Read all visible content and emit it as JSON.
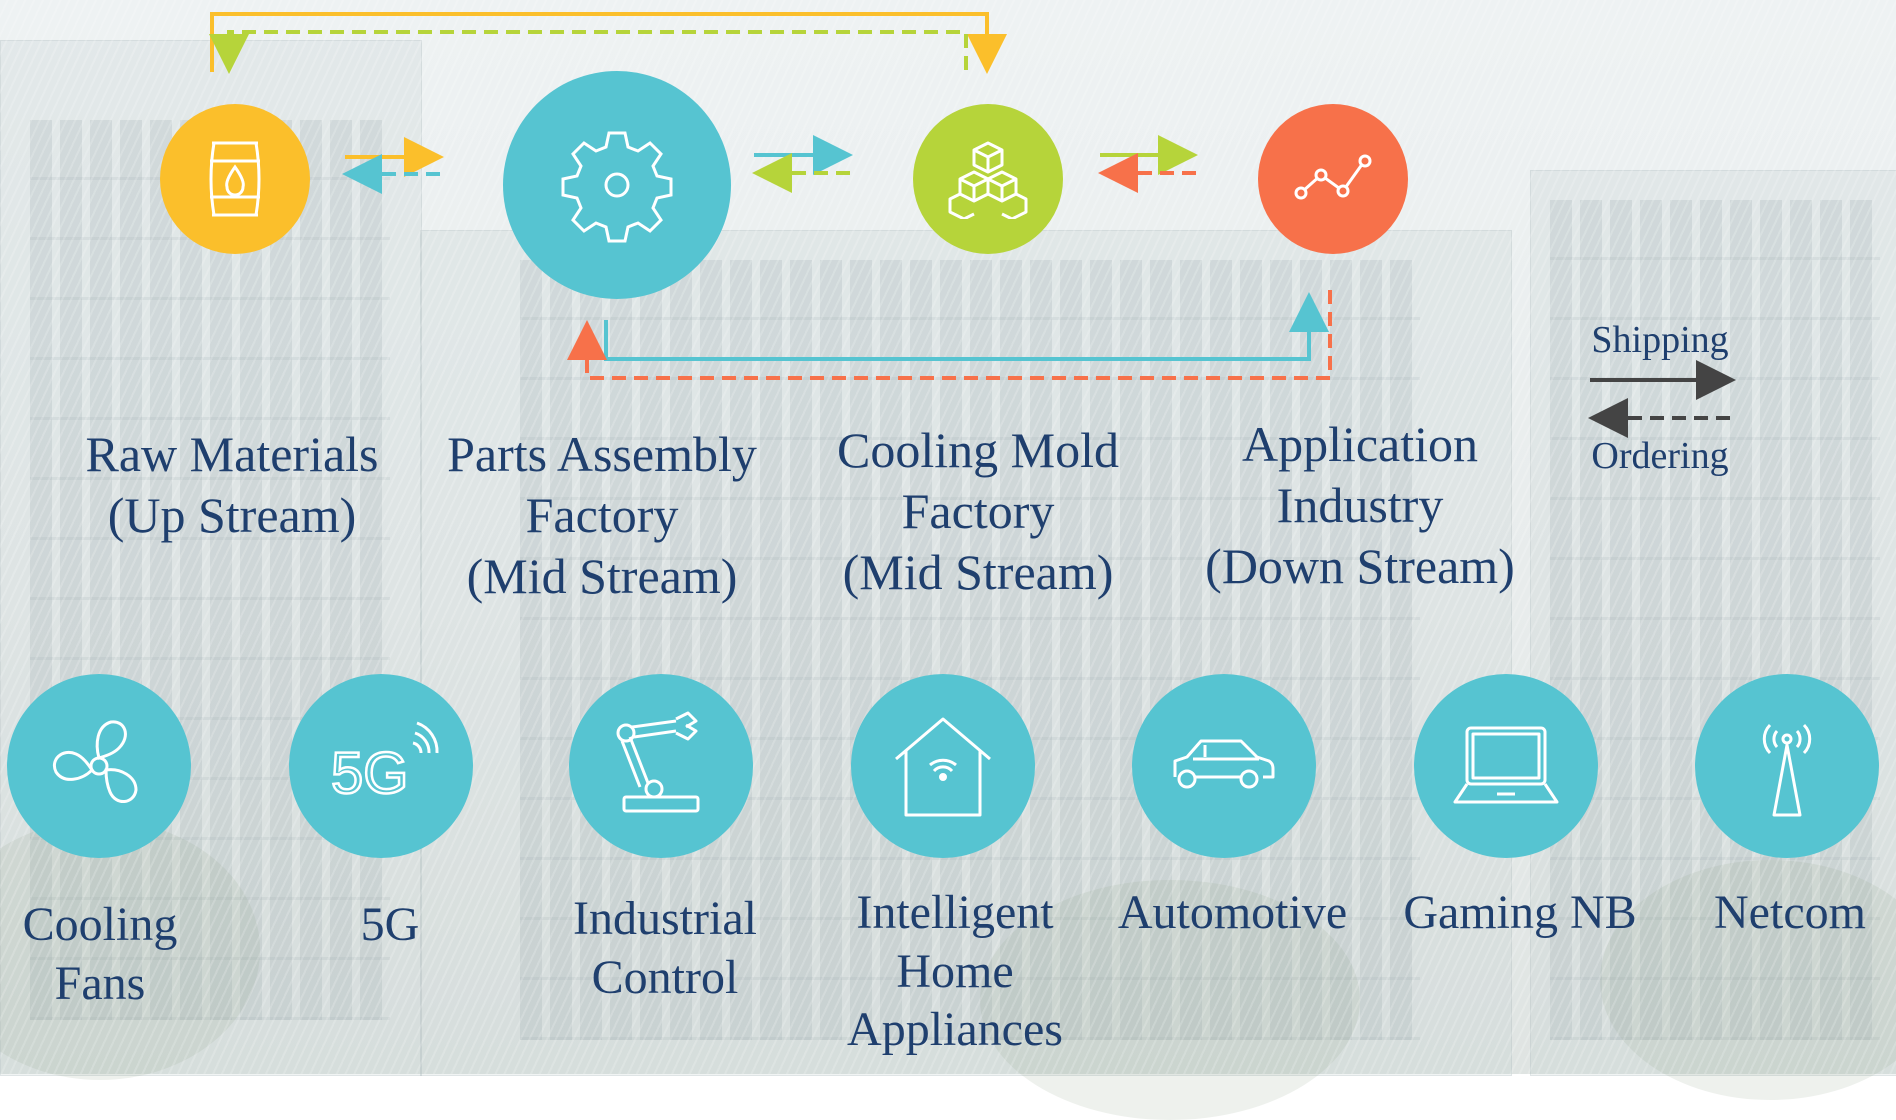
{
  "colors": {
    "raw": "#fbbf2b",
    "parts": "#56c4d1",
    "mold": "#b6d43a",
    "app": "#f7714a",
    "apps": "#56c4d1",
    "text": "#1f3f6e"
  },
  "supply_chain": [
    {
      "id": "raw",
      "icon": "oil-barrel-icon",
      "lines": [
        "Raw Materials",
        "(Up Stream)"
      ]
    },
    {
      "id": "parts",
      "icon": "gear-icon",
      "lines": [
        "Parts Assembly",
        "Factory",
        "(Mid Stream)"
      ]
    },
    {
      "id": "mold",
      "icon": "cubes-icon",
      "lines": [
        "Cooling Mold",
        "Factory",
        "(Mid Stream)"
      ]
    },
    {
      "id": "app",
      "icon": "line-graph-icon",
      "lines": [
        "Application",
        "Industry",
        "(Down Stream)"
      ]
    }
  ],
  "legend": {
    "shipping": "Shipping",
    "ordering": "Ordering"
  },
  "applications": [
    {
      "icon": "fan-icon",
      "lines": [
        "Cooling",
        "Fans"
      ]
    },
    {
      "icon": "5g-icon",
      "lines": [
        "5G"
      ]
    },
    {
      "icon": "robot-arm-icon",
      "lines": [
        "Industrial",
        "Control"
      ]
    },
    {
      "icon": "smart-home-icon",
      "lines": [
        "Intelligent",
        "Home",
        "Appliances"
      ]
    },
    {
      "icon": "car-icon",
      "lines": [
        "Automotive"
      ]
    },
    {
      "icon": "laptop-icon",
      "lines": [
        "Gaming NB"
      ]
    },
    {
      "icon": "antenna-icon",
      "lines": [
        "Netcom"
      ]
    }
  ],
  "icon_texts": {
    "fiveg": "5G"
  }
}
